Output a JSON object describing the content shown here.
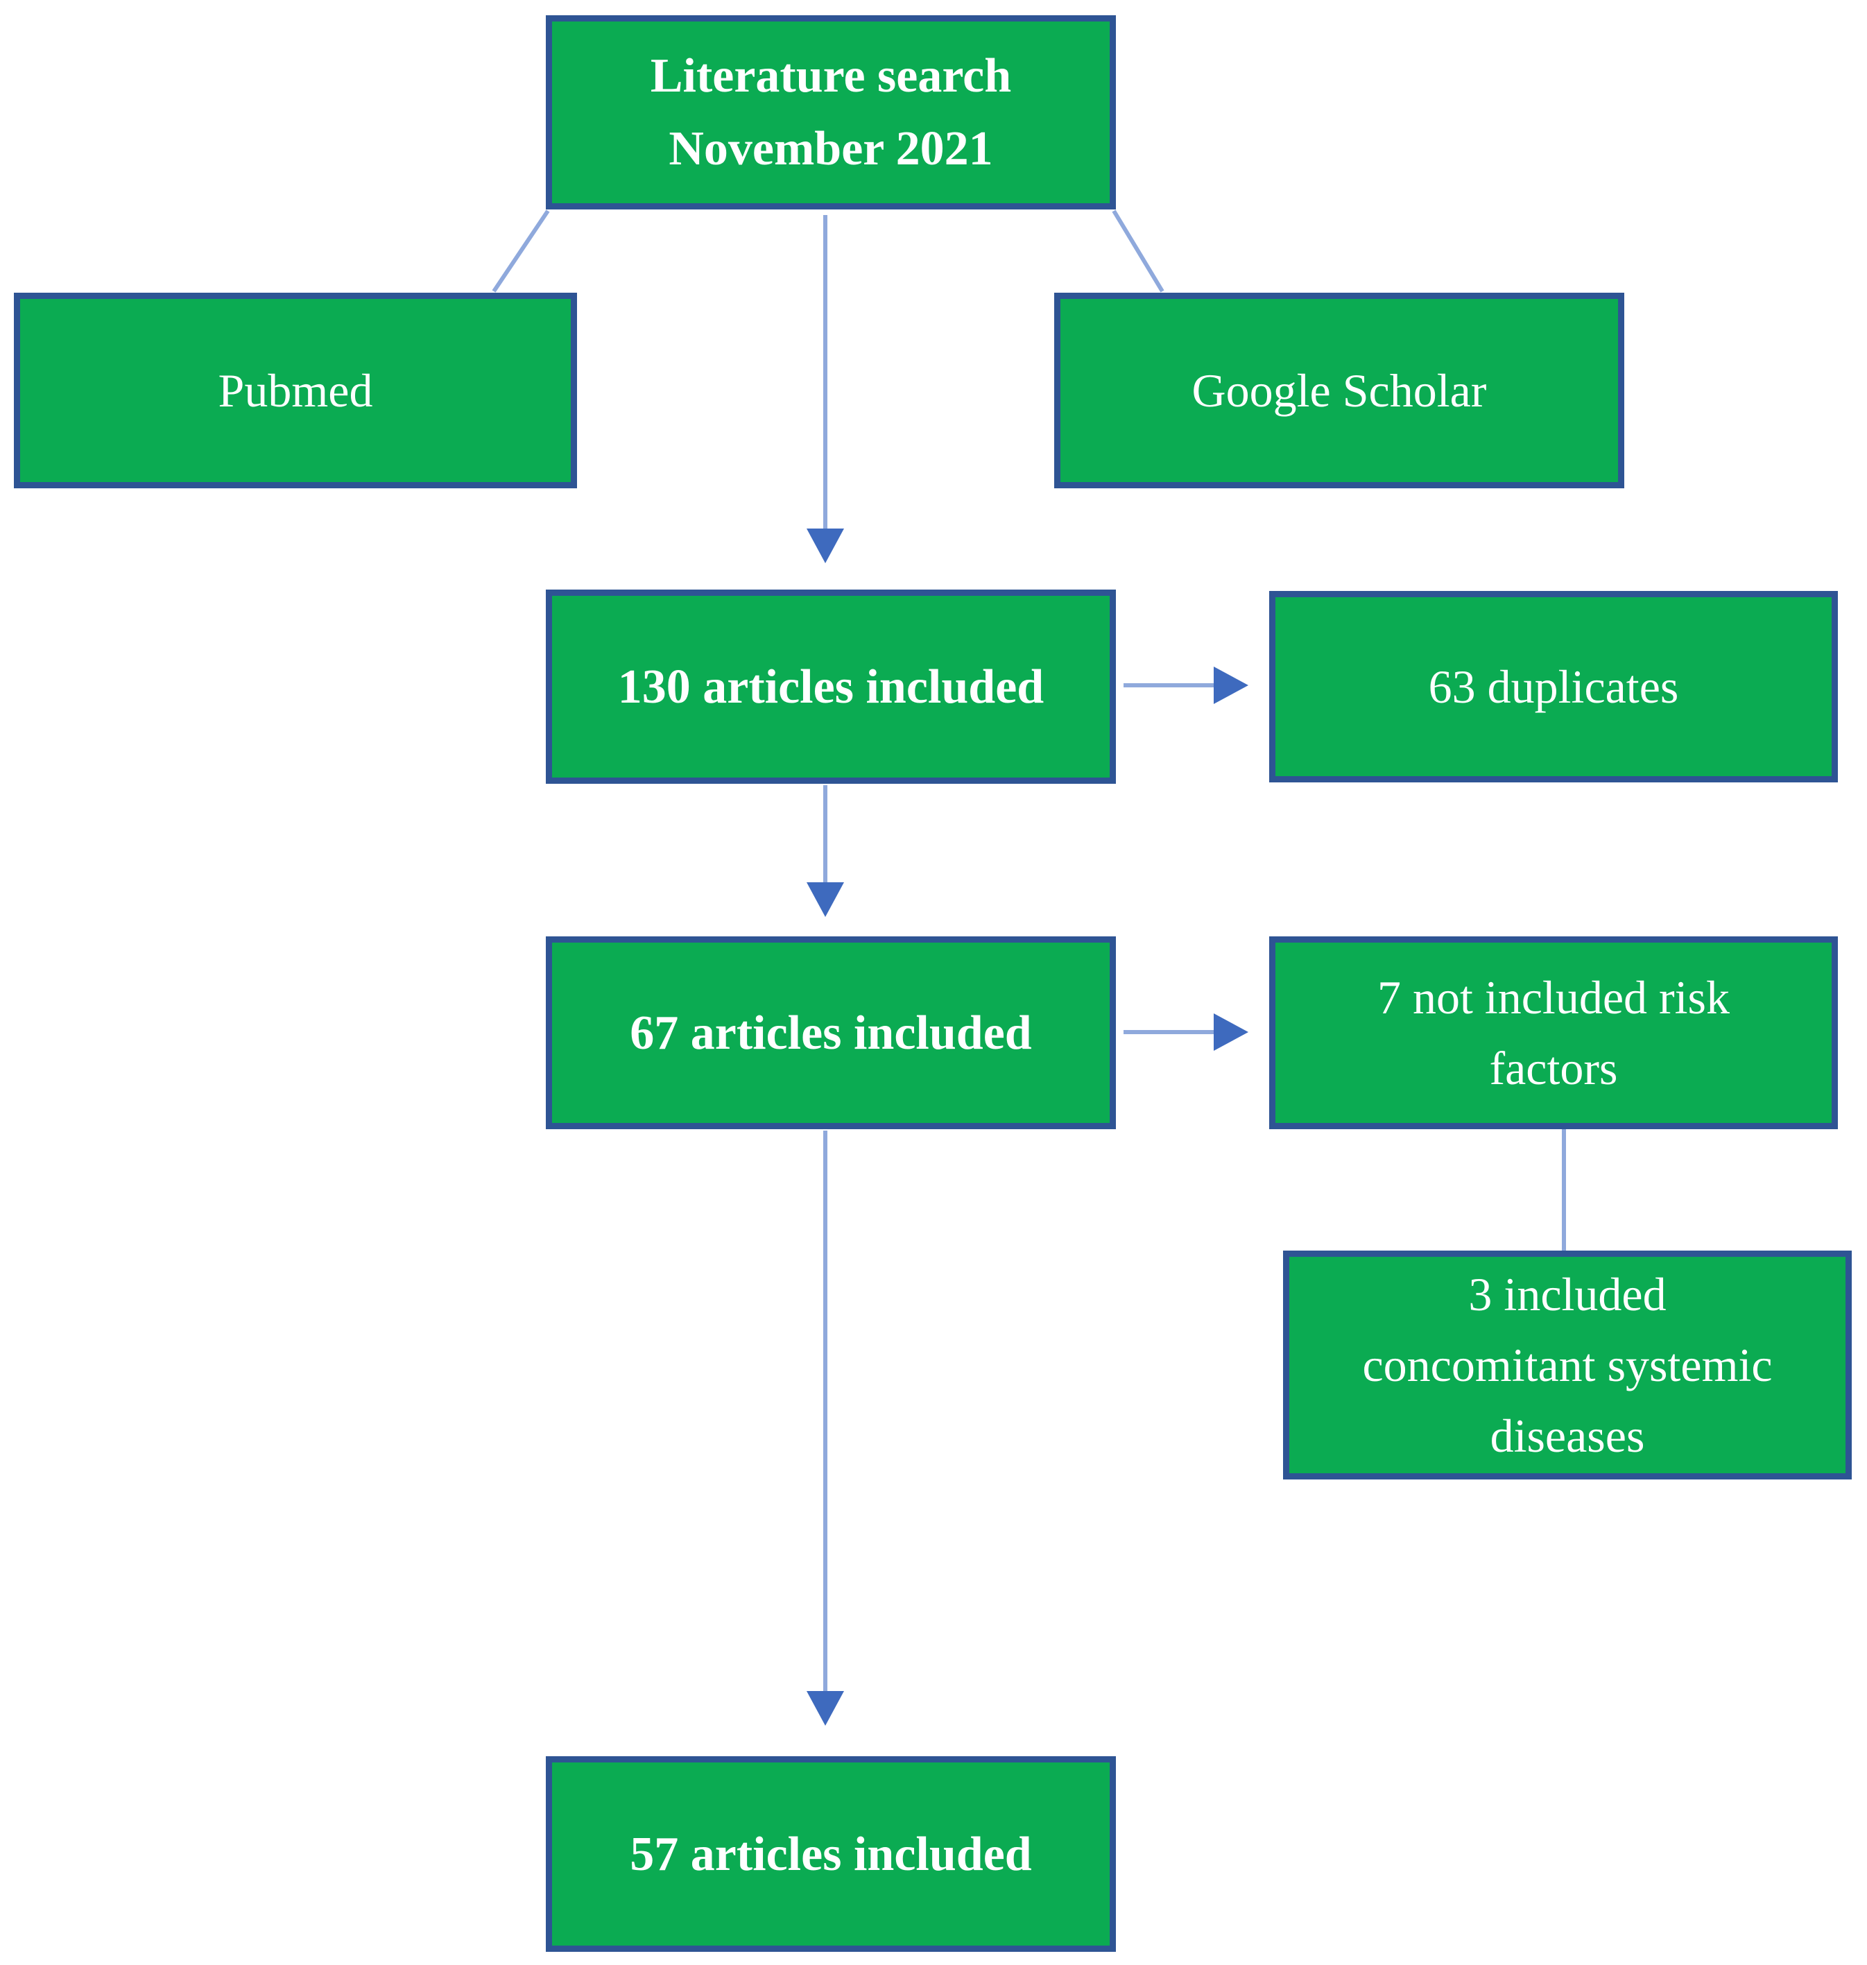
{
  "title": "Literature search flow diagram",
  "nodes": {
    "literature_search": {
      "label": "Literature search\nNovember 2021",
      "emphasis": "bold"
    },
    "pubmed": {
      "label": "Pubmed",
      "emphasis": "regular"
    },
    "google_scholar": {
      "label": "Google Scholar",
      "emphasis": "regular"
    },
    "articles_130": {
      "label": "130 articles included",
      "emphasis": "bold"
    },
    "duplicates_63": {
      "label": "63 duplicates",
      "emphasis": "regular"
    },
    "articles_67": {
      "label": "67 articles included",
      "emphasis": "bold"
    },
    "risk_factors_7": {
      "label": "7 not included risk\nfactors",
      "emphasis": "regular"
    },
    "concomitant_3": {
      "label": "3 included\nconcomitant systemic\ndiseases",
      "emphasis": "regular"
    },
    "articles_57": {
      "label": "57 articles included",
      "emphasis": "bold"
    }
  },
  "edges": [
    {
      "from": "literature_search",
      "to": "pubmed",
      "arrow": false
    },
    {
      "from": "literature_search",
      "to": "google_scholar",
      "arrow": false
    },
    {
      "from": "literature_search",
      "to": "articles_130",
      "arrow": true
    },
    {
      "from": "articles_130",
      "to": "duplicates_63",
      "arrow": true
    },
    {
      "from": "articles_130",
      "to": "articles_67",
      "arrow": true
    },
    {
      "from": "articles_67",
      "to": "risk_factors_7",
      "arrow": true
    },
    {
      "from": "risk_factors_7",
      "to": "concomitant_3",
      "arrow": false
    },
    {
      "from": "articles_67",
      "to": "articles_57",
      "arrow": true
    }
  ],
  "colors": {
    "box-fill": "#0bab52",
    "box-border": "#2e5494",
    "connector": "#8fa9dc",
    "arrowhead": "#3e6abe",
    "text": "#ffffff",
    "background": "#ffffff"
  }
}
